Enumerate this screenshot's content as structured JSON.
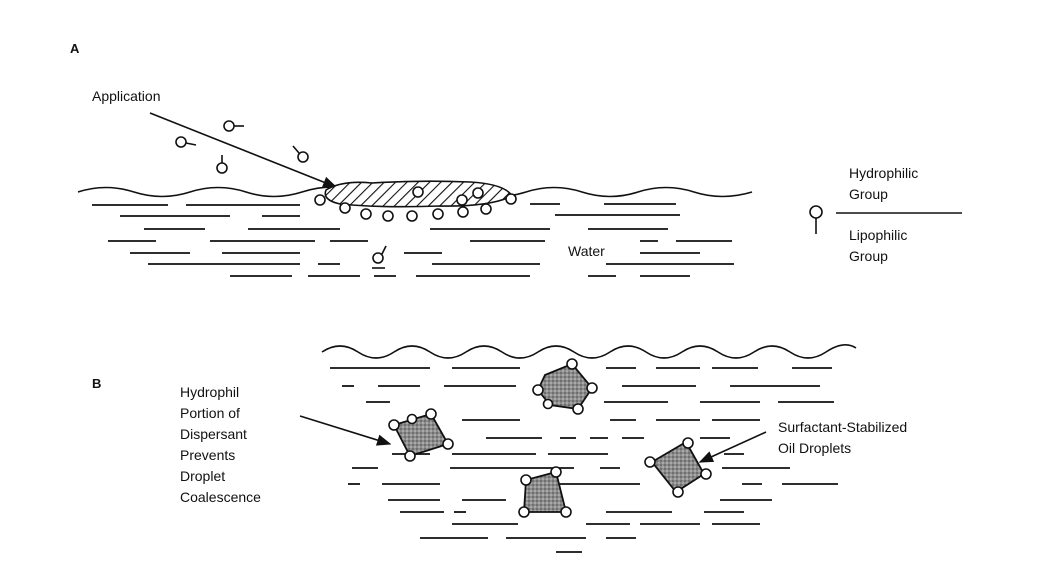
{
  "panel_a": {
    "label": "A",
    "application_label": "Application",
    "water_label": "Water"
  },
  "legend": {
    "hydrophilic_line1": "Hydrophilic",
    "hydrophilic_line2": "Group",
    "lipophilic_line1": "Lipophilic",
    "lipophilic_line2": "Group"
  },
  "panel_b": {
    "label": "B",
    "hydrophil_lines": [
      "Hydrophil",
      "Portion of",
      "Dispersant",
      "Prevents",
      "Droplet",
      "Coalescence"
    ],
    "surfactant_line1": "Surfactant-Stabilized",
    "surfactant_line2": "Oil Droplets"
  },
  "colors": {
    "ink": "#111111",
    "background": "#ffffff",
    "oil_fill": "#9a9a9a"
  }
}
